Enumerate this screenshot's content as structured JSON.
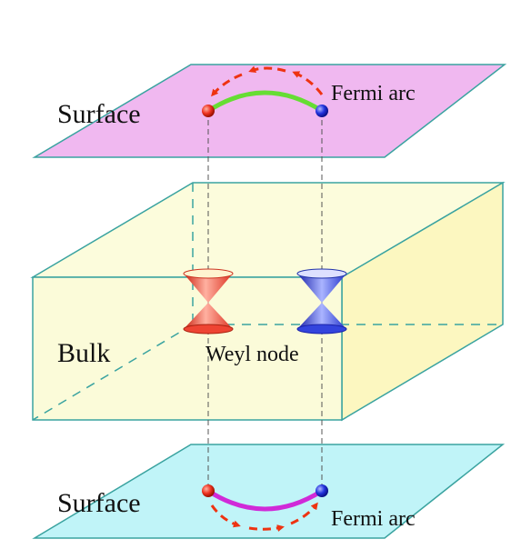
{
  "labels": {
    "surface_top": "Surface",
    "surface_bottom": "Surface",
    "fermi_arc_top": "Fermi arc",
    "fermi_arc_bottom": "Fermi arc",
    "bulk": "Bulk",
    "weyl_node": "Weyl node"
  },
  "colors": {
    "top_surface_fill": "#f0b8f0",
    "bottom_surface_fill": "#c0f4f8",
    "plane_stroke": "#3aa3a0",
    "bulk_front": "#fbfbd9",
    "bulk_top": "#fcfcdc",
    "bulk_side": "#fcf7c0",
    "top_arc": "#66dd33",
    "bottom_arc": "#d02ad8",
    "red_node": "#ee3322",
    "blue_node": "#2233dd",
    "arrow": "#ee3311"
  },
  "icons": {
    "weyl_cone_left": "red-double-cone-icon",
    "weyl_cone_right": "blue-double-cone-icon",
    "arrows": "red-arrow-icon"
  }
}
